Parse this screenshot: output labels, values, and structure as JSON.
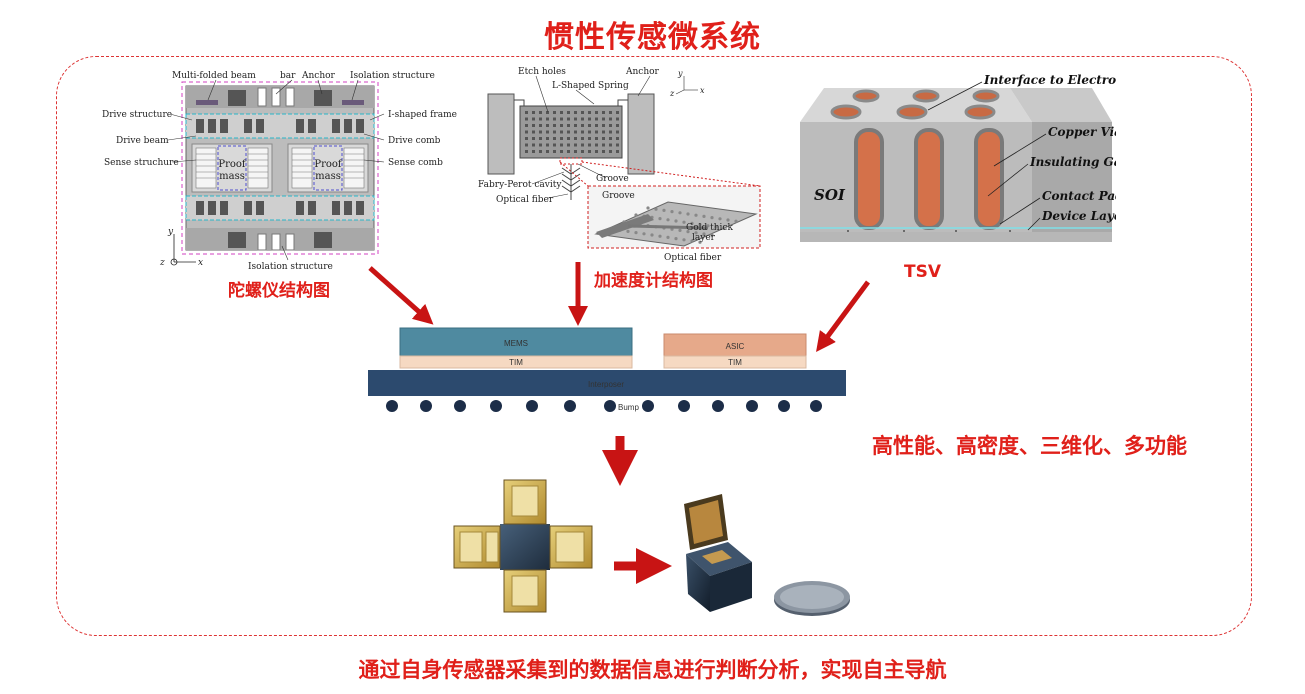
{
  "title": "惯性传感微系统",
  "gyro": {
    "caption": "陀螺仪结构图",
    "labels": {
      "multi_folded_beam": "Multi-folded beam",
      "bar": "bar",
      "anchor": "Anchor",
      "isolation_top": "Isolation structure",
      "drive_structure": "Drive structure",
      "i_shaped_frame": "I-shaped frame",
      "drive_beam": "Drive beam",
      "drive_comb": "Drive comb",
      "sense_structure": "Sense struchure",
      "sense_comb": "Sense comb",
      "proof_mass_1a": "Proof",
      "proof_mass_1b": "mass",
      "proof_mass_2a": "Proof",
      "proof_mass_2b": "mass",
      "isolation_bottom": "Isolation structure",
      "axis_y": "y",
      "axis_z": "z",
      "axis_x": "x"
    }
  },
  "accel": {
    "caption": "加速度计结构图",
    "labels": {
      "etch_holes": "Etch holes",
      "anchor": "Anchor",
      "l_spring": "L-Shaped Spring",
      "groove": "Groove",
      "fp_cavity": "Fabry-Perot cavity",
      "optical_fiber": "Optical fiber",
      "groove2": "Groove",
      "gold_layer_a": "Gold thick",
      "gold_layer_b": "layer",
      "optical_fiber2": "Optical fiber",
      "axis_y": "y",
      "axis_z": "z",
      "axis_x": "x"
    }
  },
  "tsv": {
    "caption": "TSV",
    "labels": {
      "interface": "Interface to Electronics",
      "copper_via": "Copper Via",
      "insulating_gap": "Insulating Gap",
      "contact_pad": "Contact Pad",
      "device_layer": "Device Layer",
      "soi": "SOI"
    }
  },
  "package": {
    "mems": "MEMS",
    "asic": "ASIC",
    "tim_left": "TIM",
    "tim_right": "TIM",
    "interposer": "Interposer",
    "bump": "Bump"
  },
  "slogan": "高性能、高密度、三维化、多功能",
  "footer": "通过自身传感器采集到的数据信息进行判断分析，实现自主导航",
  "colors": {
    "accent_red": "#e0201a",
    "arrow_red": "#c81414",
    "mems": "#4f8aa0",
    "asic": "#e6a98a",
    "tim": "#f6d9c2",
    "interposer": "#2c4a6e",
    "bump": "#1c2d48",
    "copper": "#d4714a"
  }
}
